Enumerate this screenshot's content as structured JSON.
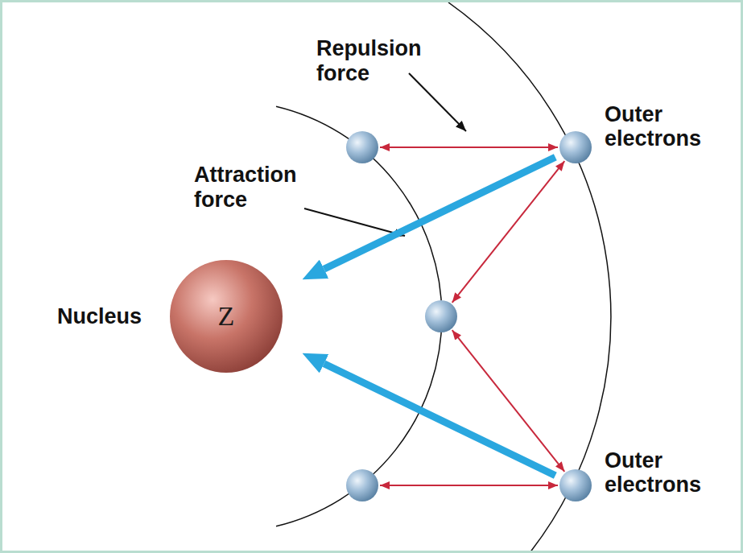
{
  "diagram": {
    "nodes": [
      {
        "text": [
          "Outer electrons"
        ]
      },
      {
        "text": [
          "Nucleus",
          "Z"
        ]
      },
      {
        "text": [
          "Outer electrons"
        ]
      }
    ],
    "edges": [
      {
        "from": 0,
        "to": 1,
        "arrow": "to"
      },
      {
        "from": 2,
        "to": 1,
        "arrow": "to"
      }
    ],
    "labels": [
      "Repulsion force",
      "Attraction force"
    ]
  }
}
